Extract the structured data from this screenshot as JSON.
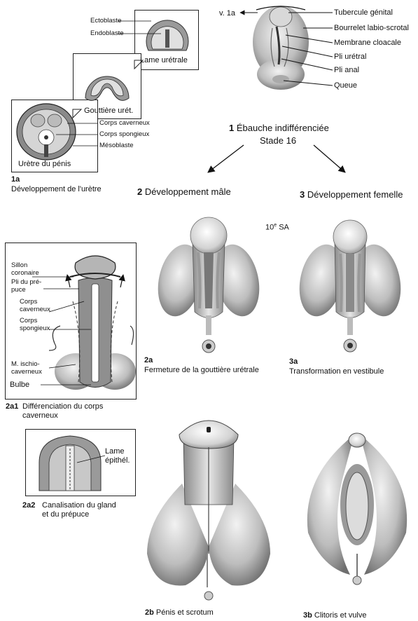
{
  "panel1a": {
    "stage_labels": {
      "top": "Lame urétrale",
      "middle": "Gouttière urét.",
      "bottom": "Urètre du pénis"
    },
    "labels": {
      "ectoblaste": "Ectoblaste",
      "endoblaste": "Endoblaste",
      "corps_caverneux": "Corps caverneux",
      "corps_spongieux": "Corps spongieux",
      "mesoblaste": "Mésoblaste"
    },
    "number": "1a",
    "caption": "Développement de l'urètre"
  },
  "panel1": {
    "view_ref": "v. 1a",
    "labels": [
      "Tubercule génital",
      "Bourrelet labio-scrotal",
      "Membrane cloacale",
      "Pli urétral",
      "Pli anal",
      "Queue"
    ],
    "number": "1",
    "title": "Ébauche indifférenciée",
    "stage": "Stade 16"
  },
  "branches": {
    "male_number": "2",
    "male_label": "Développement mâle",
    "female_number": "3",
    "female_label": "Développement femelle"
  },
  "sa_label": "10",
  "sa_sup": "e",
  "sa_unit": "SA",
  "panel2a1": {
    "labels": {
      "sillon": "Sillon\ncoronaire",
      "pli_prepuce": "Pli du pré-\npuce",
      "corps_caverneux": "Corps\ncaverneux",
      "corps_spongieux": "Corps\nspongieux",
      "ischio": "M. ischio-\ncaverneux",
      "bulbe": "Bulbe"
    },
    "number": "2a1",
    "caption": "Différenciation du corps\ncaverneux"
  },
  "panel2a2": {
    "label": "Lame\népithél.",
    "number": "2a2",
    "caption": "Canalisation du gland\net du prépuce"
  },
  "panel2a": {
    "number": "2a",
    "caption": "Fermeture de la gouttière urétrale"
  },
  "panel3a": {
    "number": "3a",
    "caption": "Transformation en vestibule"
  },
  "panel2b": {
    "number": "2b",
    "caption": "Pénis et scrotum"
  },
  "panel3b": {
    "number": "3b",
    "caption": "Clitoris et vulve"
  }
}
